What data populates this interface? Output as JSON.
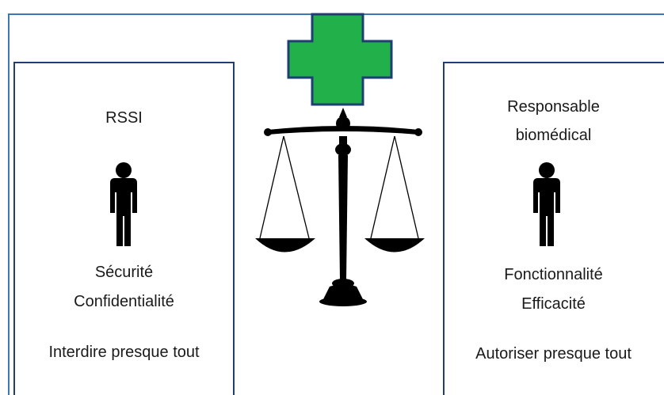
{
  "left_panel": {
    "role": "RSSI",
    "values": [
      "Sécurité",
      "Confidentialité"
    ],
    "stance": "Interdire presque tout"
  },
  "right_panel": {
    "role_lines": [
      "Responsable",
      "biomédical"
    ],
    "values": [
      "Fonctionnalité",
      "Efficacité"
    ],
    "stance": "Autoriser presque tout"
  },
  "icons": {
    "center_top": "medical-cross-icon",
    "center": "balance-scale-icon",
    "left_person": "person-icon",
    "right_person": "person-icon"
  },
  "colors": {
    "cross_fill": "#22b04a",
    "cross_stroke": "#1f3f73",
    "panel_border": "#1f3f73",
    "outer_border": "#3a78b8",
    "scale": "#000000"
  }
}
